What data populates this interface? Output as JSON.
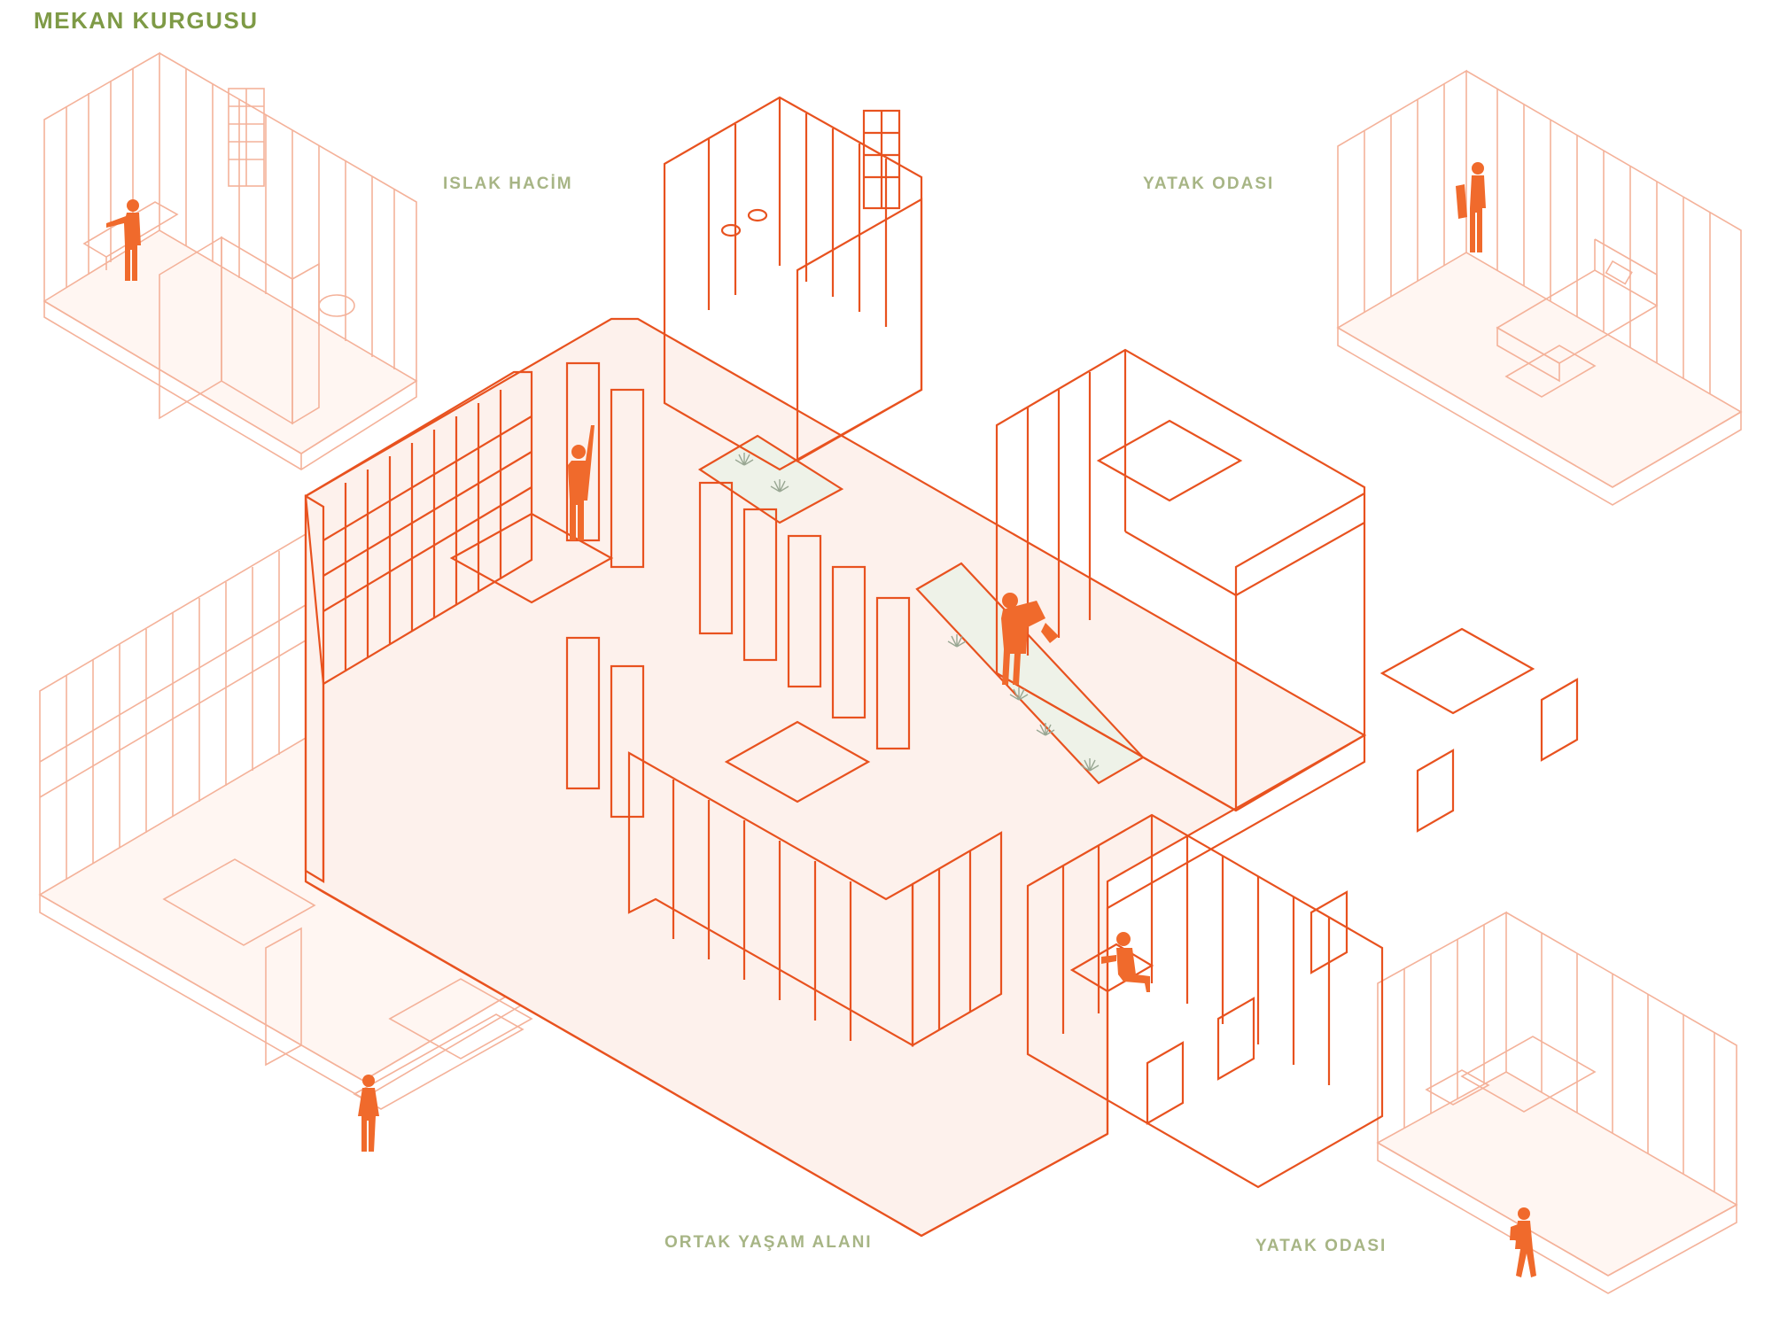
{
  "diagram": {
    "title": "MEKAN KURGUSU",
    "labels": {
      "islak_hacim": "ISLAK HACİM",
      "yatak_odasi_top": "YATAK ODASI",
      "ortak_yasam_alani": "ORTAK YAŞAM ALANI",
      "yatak_odasi_bottom": "YATAK ODASI"
    }
  },
  "colors": {
    "title": "#7e9a46",
    "label": "#a7b585",
    "line_main": "#e8521f",
    "line_faded": "#f4b29a",
    "figure": "#f06a2c",
    "floor_main": "#fdf1ec",
    "floor_faded": "#fff6f2",
    "courtyard": "#eef2e8",
    "plant": "#9aa894",
    "background": "#ffffff"
  }
}
